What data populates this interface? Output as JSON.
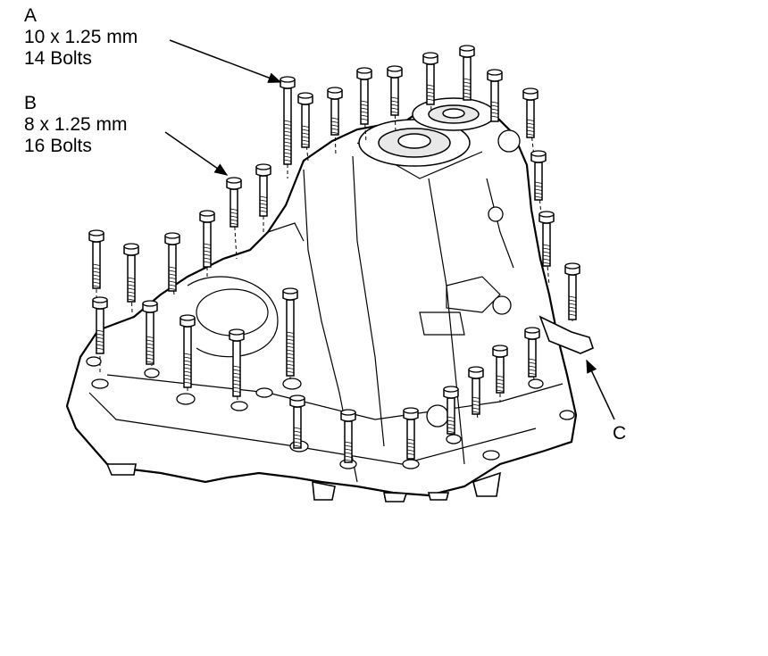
{
  "callouts": {
    "a": {
      "letter": "A",
      "size": "10 x 1.25 mm",
      "count": "14 Bolts"
    },
    "b": {
      "letter": "B",
      "size": "8 x 1.25 mm",
      "count": "16 Bolts"
    },
    "c": {
      "letter": "C"
    }
  },
  "colors": {
    "line": "#000000",
    "fill": "#ffffff",
    "shade": "#e8e8e8"
  }
}
